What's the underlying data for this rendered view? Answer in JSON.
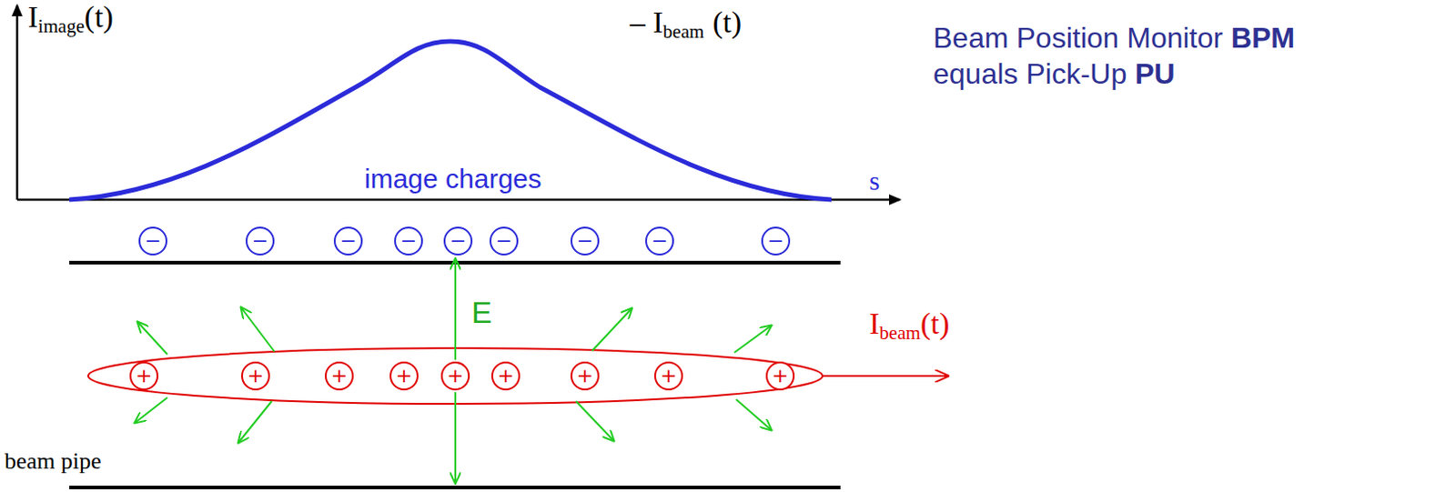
{
  "diagram": {
    "nodes": [
      {
        "text": [
          "−"
        ]
      },
      {
        "text": [
          "−"
        ]
      },
      {
        "text": [
          "−"
        ]
      },
      {
        "text": [
          "−"
        ]
      },
      {
        "text": [
          "−"
        ]
      },
      {
        "text": [
          "−"
        ]
      },
      {
        "text": [
          "−"
        ]
      },
      {
        "text": [
          "−"
        ]
      },
      {
        "text": [
          "−"
        ]
      },
      {
        "text": [
          "+"
        ]
      },
      {
        "text": [
          "+"
        ]
      },
      {
        "text": [
          "+"
        ]
      },
      {
        "text": [
          "+"
        ]
      },
      {
        "text": [
          "+"
        ]
      },
      {
        "text": [
          "+"
        ]
      },
      {
        "text": [
          "+"
        ]
      },
      {
        "text": [
          "+"
        ]
      },
      {
        "text": [
          "+"
        ]
      }
    ],
    "labels": [
      "I",
      "image",
      "(t)",
      "– I",
      "beam",
      "(t)",
      "Beam Position Monitor",
      "BPM",
      "equals Pick-Up",
      "PU",
      "image charges",
      "s",
      "E",
      "I",
      "beam",
      "(t)",
      "beam pipe"
    ]
  }
}
